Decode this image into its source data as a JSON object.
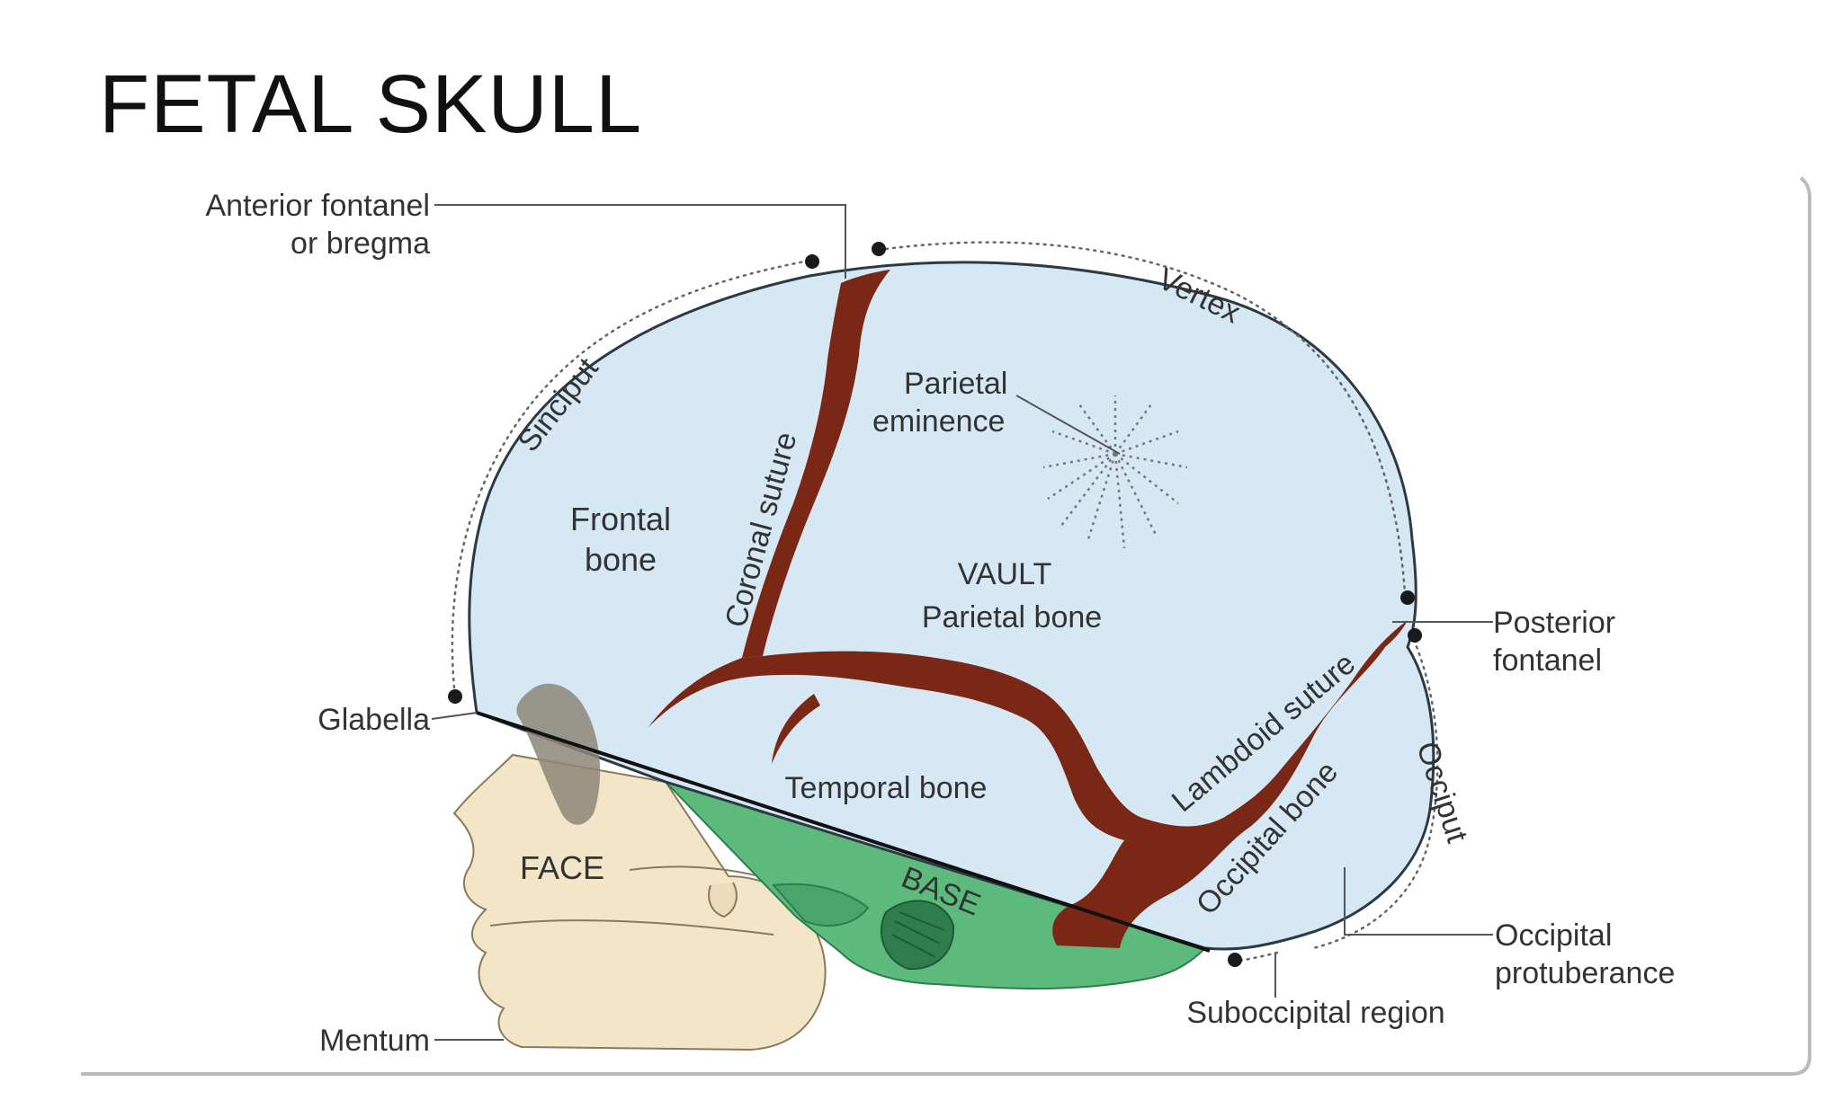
{
  "slide": {
    "title": "FETAL SKULL"
  },
  "labels": {
    "anterior_fontanel_1": "Anterior fontanel",
    "anterior_fontanel_2": "or bregma",
    "sinciput": "Sinciput",
    "vertex": "Vertex",
    "parietal_eminence_1": "Parietal",
    "parietal_eminence_2": "eminence",
    "frontal_bone_1": "Frontal",
    "frontal_bone_2": "bone",
    "coronal_suture": "Coronal suture",
    "vault_1": "VAULT",
    "vault_2": "Parietal bone",
    "posterior_fontanel_1": "Posterior",
    "posterior_fontanel_2": "fontanel",
    "lambdoid_suture": "Lambdoid suture",
    "glabella": "Glabella",
    "temporal_bone": "Temporal bone",
    "occiput": "Occiput",
    "occipital_bone": "Occipital bone",
    "face": "FACE",
    "base": "BASE",
    "occipital_protuberance_1": "Occipital",
    "occipital_protuberance_2": "protuberance",
    "suboccipital_region": "Suboccipital region",
    "mentum": "Mentum"
  },
  "colors": {
    "vault": "#d6e8f4",
    "vault_outline": "#2b3a44",
    "suture": "#7a2716",
    "face": "#f3e5c8",
    "face_outline": "#8a7a5a",
    "base": "#5cba7c",
    "base_dark": "#2f7d4d",
    "orbit": "#8d8678"
  }
}
